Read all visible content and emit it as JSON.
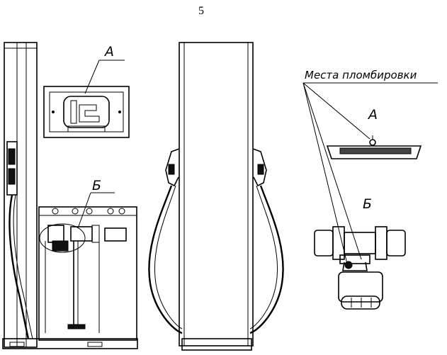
{
  "page_number": "5",
  "callouts": {
    "a_left": "А",
    "b_left": "Б",
    "seal_title": "Места пломбировки",
    "a_right": "А",
    "b_right": "Б"
  },
  "icons": [
    "fuel-dispenser-side-view",
    "fuel-dispenser-front-view",
    "seal-detail-a",
    "seal-detail-b"
  ]
}
